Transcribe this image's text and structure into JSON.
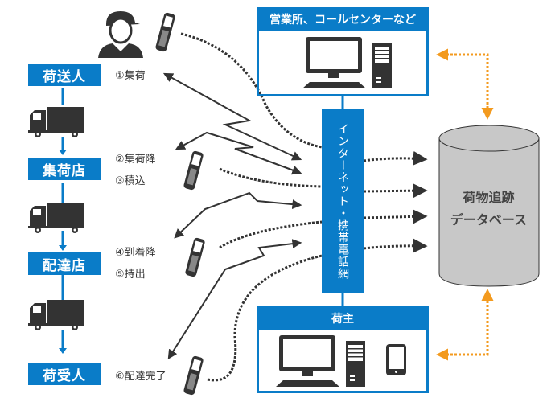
{
  "stages": [
    {
      "label": "荷送人"
    },
    {
      "label": "集荷店"
    },
    {
      "label": "配達店"
    },
    {
      "label": "荷受人"
    }
  ],
  "steps": [
    {
      "label": "①集荷"
    },
    {
      "label": "②集荷降"
    },
    {
      "label": "③積込"
    },
    {
      "label": "④到着降"
    },
    {
      "label": "⑤持出"
    },
    {
      "label": "⑥配達完了"
    }
  ],
  "office_panel": {
    "title": "営業所、コールセンターなど"
  },
  "network": {
    "label": "インターネット・携帯電話網"
  },
  "shipper_panel": {
    "title": "荷主"
  },
  "database": {
    "line1": "荷物追跡",
    "line2": "データベース"
  },
  "colors": {
    "accent_blue": "#0a7cc8",
    "orange_link": "#f39a1e",
    "dark": "#333333",
    "db_fill": "#c8c8c8"
  }
}
